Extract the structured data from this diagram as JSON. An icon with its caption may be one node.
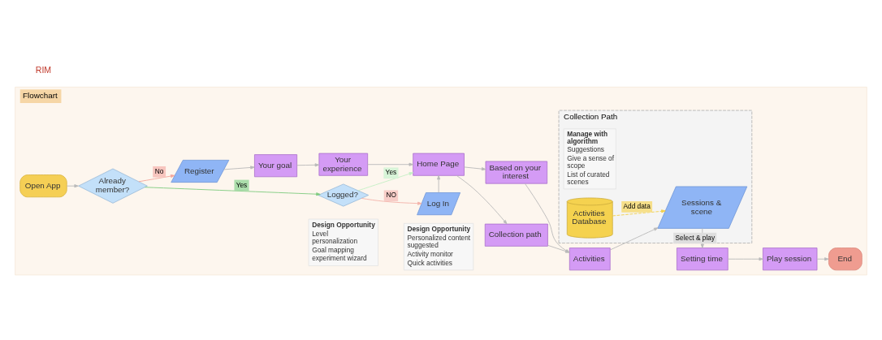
{
  "diagram": {
    "nodes": [
      {
        "text": [
          "Flowchart"
        ]
      },
      {
        "text": [
          "Open App"
        ],
        "in": 0
      },
      {
        "text": [
          "Already member?"
        ],
        "in": 0
      },
      {
        "text": [
          "Logged?"
        ],
        "in": 0
      },
      {
        "text": [
          "Log In"
        ],
        "in": 0
      },
      {
        "text": [
          "Home Page"
        ],
        "in": 0
      },
      {
        "text": [
          "Design Opportunity",
          "Personalized content suggested",
          "Activity monitor",
          "Quick activities"
        ],
        "in": 0
      },
      {
        "text": [
          "Collection path"
        ],
        "in": 0
      },
      {
        "text": [
          "Based on your interest"
        ],
        "in": 0
      },
      {
        "text": [
          "Activities"
        ],
        "in": 0
      },
      {
        "text": [
          "Collection Path"
        ],
        "in": 0
      },
      {
        "text": [
          "Sessions & scene"
        ],
        "in": 10
      },
      {
        "text": [
          "Manage with algorithm",
          "Suggestions",
          "Give a sense of scope",
          "List of curated scenes"
        ],
        "in": 10
      },
      {
        "text": [
          "Activities Database"
        ],
        "in": 10
      },
      {
        "text": [
          "Setting time"
        ],
        "in": 0
      },
      {
        "text": [
          "Play session"
        ],
        "in": 0
      },
      {
        "text": [
          "End"
        ],
        "in": 0
      },
      {
        "text": [
          "Register"
        ],
        "in": 0
      },
      {
        "text": [
          "Your goal"
        ],
        "in": 0
      },
      {
        "text": [
          "Your experience"
        ],
        "in": 0
      },
      {
        "text": [
          "Design Opportunity",
          "Level personalization",
          "Goal mapping",
          "experiment wizard"
        ],
        "in": 0
      }
    ],
    "edges": [
      {
        "from": 1,
        "to": 2,
        "arrow": "to"
      },
      {
        "from": 2,
        "to": 3,
        "arrow": "to",
        "label": "Yes",
        "color": "#7fcb7f"
      },
      {
        "from": 3,
        "to": 4,
        "arrow": "to",
        "label": "NO",
        "color": "#f3b3aa"
      },
      {
        "from": 3,
        "to": 5,
        "arrow": "to",
        "label": "Yes",
        "color": "#c4efc4"
      },
      {
        "from": 4,
        "to": 5,
        "arrow": "to"
      },
      {
        "from": 5,
        "to": 7,
        "arrow": "to"
      },
      {
        "from": 5,
        "to": 8,
        "arrow": "to"
      },
      {
        "from": 7,
        "to": 9,
        "arrow": "to"
      },
      {
        "from": 8,
        "to": 9,
        "arrow": "to"
      },
      {
        "from": 9,
        "to": 11,
        "arrow": "to"
      },
      {
        "from": 11,
        "to": 14,
        "arrow": "to",
        "label": "Select & play"
      },
      {
        "from": 14,
        "to": 15,
        "arrow": "to"
      },
      {
        "from": 15,
        "to": 16,
        "arrow": "to"
      },
      {
        "from": 13,
        "to": 11,
        "arrow": "to",
        "label": "Add data",
        "style": "dashed",
        "color": "#f2cf4a"
      },
      {
        "from": 2,
        "to": 17,
        "arrow": "to",
        "label": "No",
        "color": "#f3a79c"
      },
      {
        "from": 17,
        "to": 18,
        "arrow": "to"
      },
      {
        "from": 18,
        "to": 19,
        "arrow": "to"
      },
      {
        "from": 19,
        "to": 5,
        "arrow": "to"
      }
    ],
    "labels": [
      "RIM"
    ]
  }
}
